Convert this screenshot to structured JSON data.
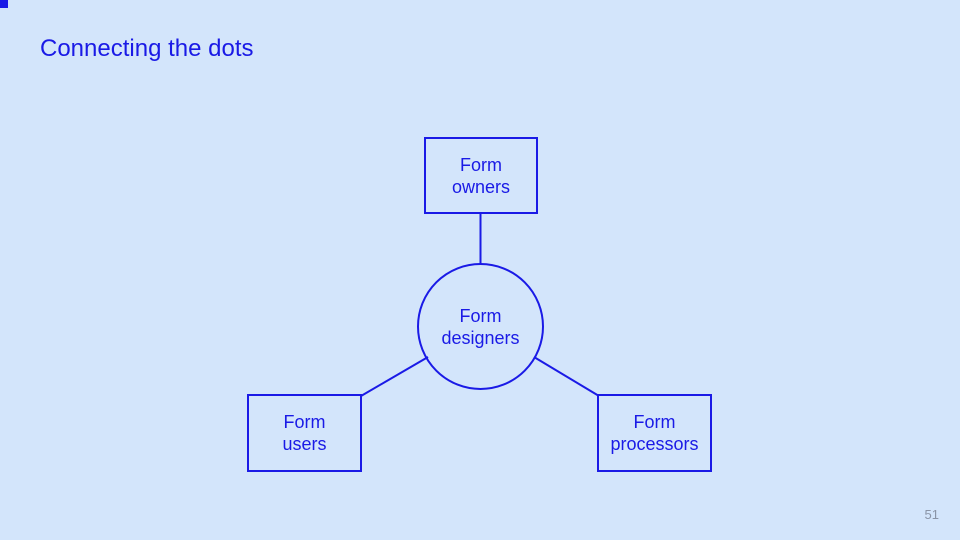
{
  "slide": {
    "title": "Connecting the dots",
    "page_number": "51"
  },
  "diagram": {
    "nodes": {
      "owners": {
        "line1": "Form",
        "line2": "owners"
      },
      "designers": {
        "line1": "Form",
        "line2": "designers"
      },
      "users": {
        "line1": "Form",
        "line2": "users"
      },
      "processors": {
        "line1": "Form",
        "line2": "processors"
      }
    },
    "edges": [
      {
        "from": "designers",
        "to": "owners"
      },
      {
        "from": "designers",
        "to": "users"
      },
      {
        "from": "designers",
        "to": "processors"
      }
    ]
  },
  "colors": {
    "background": "#d3e5fb",
    "accent": "#1a1ae6",
    "page_number": "#8a94a6"
  }
}
